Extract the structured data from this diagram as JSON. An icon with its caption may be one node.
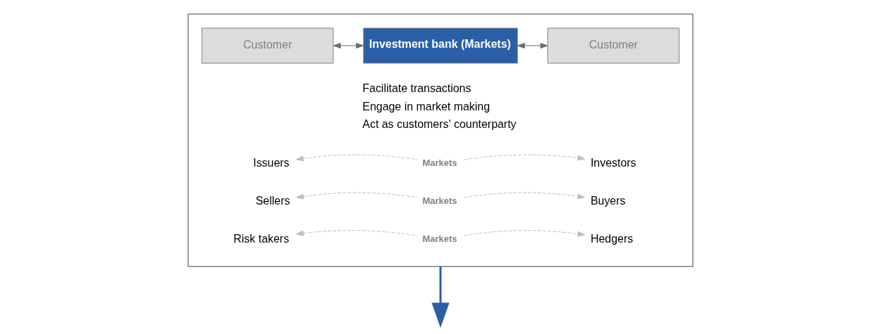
{
  "diagram": {
    "nodes": [
      {
        "text": [],
        "shape": "box"
      },
      {
        "text": [
          "Customer"
        ],
        "in": 0
      },
      {
        "text": [
          "Investment bank (Markets)"
        ],
        "in": 0,
        "beside": [
          "Facilitate transactions",
          "Engage in market making",
          "Act as customers' counterparty"
        ]
      },
      {
        "text": [
          "Customer"
        ],
        "in": 0
      },
      {
        "text": [
          "Issuers"
        ],
        "in": 0
      },
      {
        "text": [
          "Markets"
        ],
        "in": 0
      },
      {
        "text": [
          "Investors"
        ],
        "in": 0
      },
      {
        "text": [
          "Sellers"
        ],
        "in": 0
      },
      {
        "text": [
          "Markets"
        ],
        "in": 0
      },
      {
        "text": [
          "Buyers"
        ],
        "in": 0
      },
      {
        "text": [
          "Risk takers"
        ],
        "in": 0
      },
      {
        "text": [
          "Markets"
        ],
        "in": 0
      },
      {
        "text": [
          "Hedgers"
        ],
        "in": 0
      }
    ],
    "edges": [
      {
        "from": 1,
        "to": 2,
        "arrow": "both",
        "color": "#6d6d6d"
      },
      {
        "from": 2,
        "to": 3,
        "arrow": "both",
        "color": "#6d6d6d"
      },
      {
        "from": 5,
        "to": 4,
        "arrow": "to",
        "style": "dashed"
      },
      {
        "from": 5,
        "to": 6,
        "arrow": "to",
        "style": "dashed"
      },
      {
        "from": 8,
        "to": 7,
        "arrow": "to",
        "style": "dashed"
      },
      {
        "from": 8,
        "to": 9,
        "arrow": "to",
        "style": "dashed"
      },
      {
        "from": 11,
        "to": 10,
        "arrow": "to",
        "style": "dashed"
      },
      {
        "from": 11,
        "to": 12,
        "arrow": "to",
        "style": "dashed"
      },
      {
        "from": 0,
        "to": null,
        "arrow": "to",
        "style": "thick",
        "color": "#2a5fa8"
      }
    ]
  }
}
